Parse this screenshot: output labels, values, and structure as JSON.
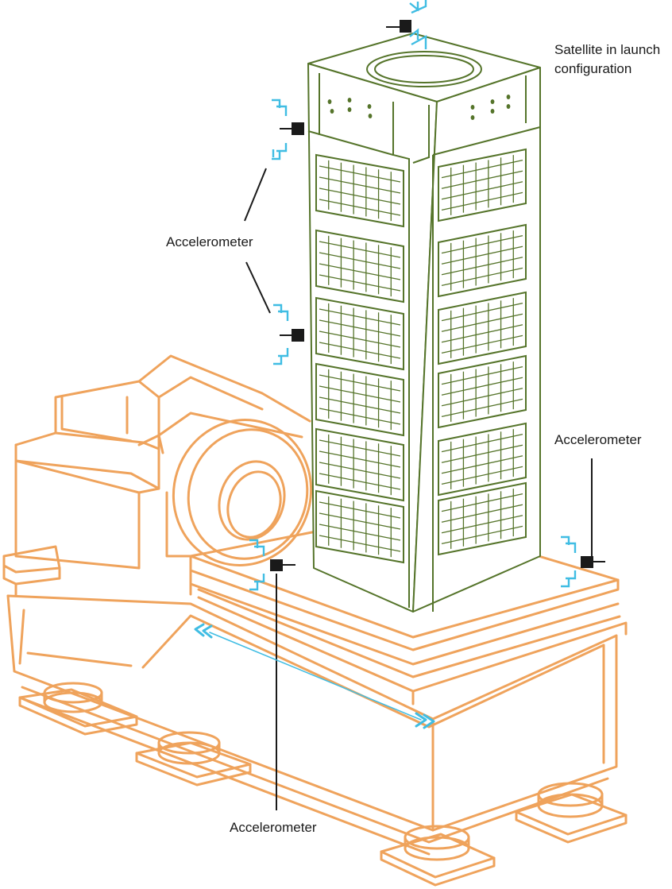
{
  "labels": {
    "satellite": [
      "Satellite in launch",
      "configuration"
    ],
    "accelerometer_upper_left": "Accelerometer",
    "accelerometer_right": "Accelerometer",
    "accelerometer_bottom": "Accelerometer"
  },
  "colors": {
    "shaker": "#efa35c",
    "satellite": "#55742a",
    "vibration": "#40bde3",
    "sensor": "#1a1a1a"
  }
}
